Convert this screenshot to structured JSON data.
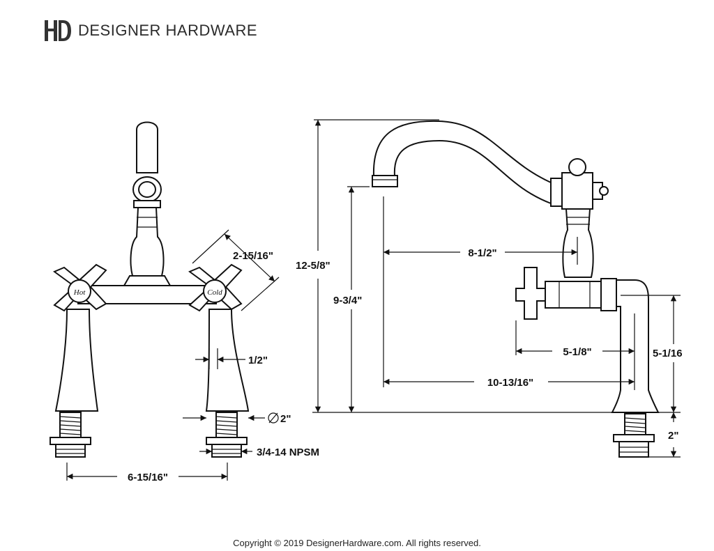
{
  "brand": {
    "name": "DESIGNER HARDWARE",
    "logo_text": "HD"
  },
  "footer": {
    "copyright": "Copyright © 2019 DesignerHardware.com. All rights reserved."
  },
  "front_view": {
    "dimensions": {
      "handle_span": "2-15/16\"",
      "leg_width": "1/2\"",
      "base_diameter": "2\"",
      "thread": "3/4-14 NPSM",
      "center_spacing": "6-15/16\""
    },
    "handle_labels": {
      "hot": "Hot",
      "cold": "Cold"
    }
  },
  "side_view": {
    "dimensions": {
      "overall_height": "12-5/8\"",
      "spout_height": "9-3/4\"",
      "spout_reach": "8-1/2\"",
      "handle_reach": "5-1/8\"",
      "base_to_spout_reach": "10-13/16\"",
      "leg_height": "5-1/16",
      "shank_length": "2\""
    }
  }
}
